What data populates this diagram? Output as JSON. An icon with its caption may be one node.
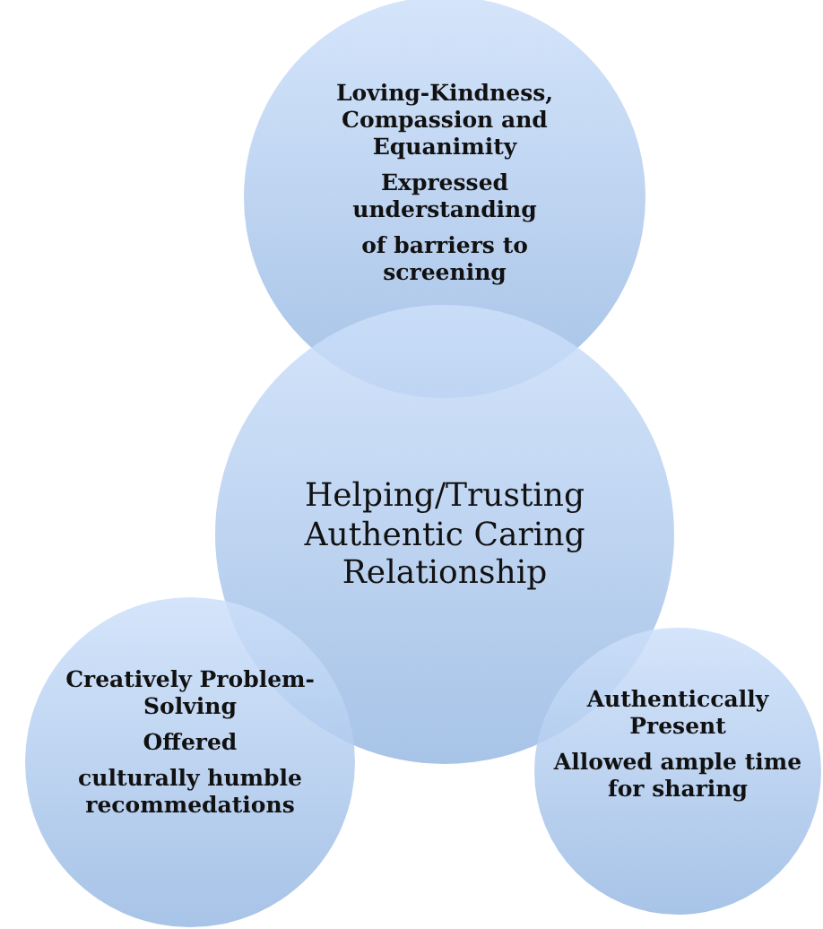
{
  "diagram": {
    "nodes": [
      {
        "text": [
          "Loving-Kindness, Compassion and Equanimity",
          "Expressed understanding",
          "of barriers to screening"
        ]
      },
      {
        "text": [
          "Helping/Trusting Authentic Caring Relationship"
        ]
      },
      {
        "text": [
          "Creatively Problem-Solving",
          "Offered",
          "culturally humble recommedations"
        ]
      },
      {
        "text": [
          "Authenticcally Present",
          "Allowed ample time for sharing"
        ]
      }
    ]
  }
}
